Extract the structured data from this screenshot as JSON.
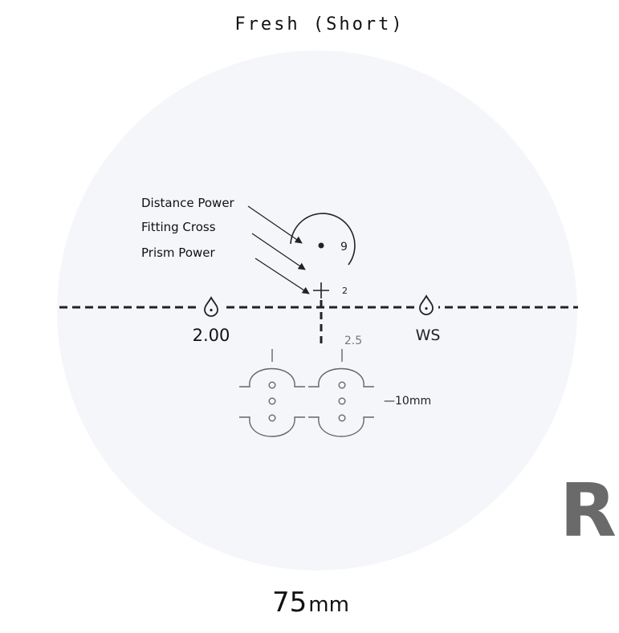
{
  "title": "Fresh (Short)",
  "labels": {
    "distance_power": "Distance Power",
    "fitting_cross": "Fitting Cross",
    "prism_power": "Prism Power"
  },
  "markings": {
    "circle_number": "9",
    "cross_number": "2",
    "left_value": "2.00",
    "right_value": "WS",
    "upper_right_value": "2.5",
    "spacing_label": "—10mm"
  },
  "eye_side": "R",
  "diameter": {
    "value": "75",
    "unit": "mm"
  },
  "colors": {
    "lens_fill": "#f5f6fa",
    "line": "#222222",
    "diagram_gray": "#666666",
    "letter_gray": "#6a6a6a"
  }
}
